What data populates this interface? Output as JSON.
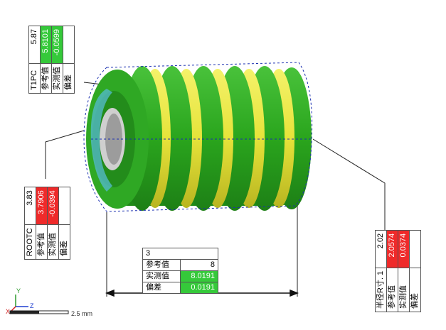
{
  "t1pc": {
    "title": "T1PC",
    "ref_label": "参考值",
    "ref_value": "5.87",
    "act_label": "实测值",
    "act_value": "5.8101",
    "dev_label": "偏差",
    "dev_value": "-0.0599"
  },
  "rootc": {
    "title": "ROOTC",
    "ref_label": "参考值",
    "ref_value": "3.83",
    "act_label": "实测值",
    "act_value": "3.7906",
    "dev_label": "偏差",
    "dev_value": "-0.0394"
  },
  "radius": {
    "title": "半径R寸. 1",
    "ref_label": "参考值",
    "ref_value": "2.02",
    "act_label": "实测值",
    "act_value": "2.0574",
    "dev_label": "偏差",
    "dev_value": "0.0374"
  },
  "length": {
    "title": "3",
    "ref_label": "参考值",
    "ref_value": "8",
    "act_label": "实测值",
    "act_value": "8.0191",
    "dev_label": "偏差",
    "dev_value": "0.0191"
  },
  "axes": {
    "y": "Y",
    "z": "Z",
    "x": "X"
  },
  "scale_bar": {
    "label": "2.5 mm"
  },
  "colors": {
    "pass": "#35c93a",
    "fail": "#ef2a2a",
    "part_green": "#2aa51d",
    "part_yellow": "#e6e33a"
  }
}
